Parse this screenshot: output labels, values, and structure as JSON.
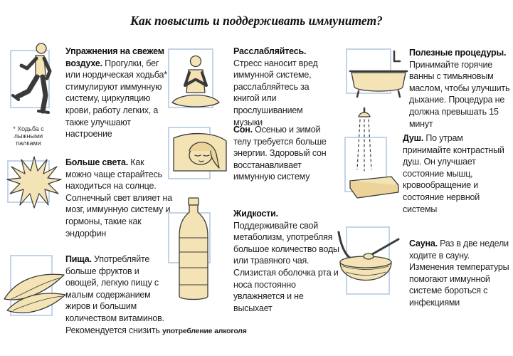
{
  "title": "Как повысить и поддерживать иммунитет?",
  "colors": {
    "frame": "#c3d4e8",
    "fill": "#f3e3b5",
    "stroke": "#3a3a3a"
  },
  "col1": [
    {
      "icon": "running-man-icon",
      "heading": "Упражнения на свежем воздухе.",
      "text": "Прогулки, бег или нордическая ходьба* стимулируют иммунную систему, циркуляцию крови, работу легких, а также улучшают настроение",
      "note": "* Ходьба с лыжными палками"
    },
    {
      "icon": "sun-icon",
      "heading": "Больше света.",
      "text": "Как можно чаще старайтесь находиться на солнце. Солнечный свет влияет на мозг, иммунную систему и гормоны, такие как эндорфин"
    },
    {
      "icon": "vegetables-icon",
      "heading": "Пища.",
      "text": "Употребляйте больше фруктов и овощей, легкую пищу с малым содержанием жиров и большим количеством витаминов.",
      "text2": "Рекомендуется снизить",
      "text3": "употребление алкоголя"
    }
  ],
  "col2": [
    {
      "icon": "meditation-icon",
      "heading": "Расслабляйтесь.",
      "text": "Стресс наносит вред иммунной системе, расслабляйтесь за книгой или прослушиванием музыки"
    },
    {
      "icon": "sleeping-woman-icon",
      "heading": "Сон.",
      "text": "Осенью и зимой телу требуется больше энергии. Здоровый сон восстанавливает иммунную систему"
    },
    {
      "icon": "water-bottle-icon",
      "heading": "Жидкости.",
      "text": "Поддерживайте свой метаболизм, употребляя большое количество воды или травяного чая. Слизистая оболочка рта и носа постоянно увлажняется и не высыхает"
    }
  ],
  "col3": [
    {
      "icon": "bathtub-icon",
      "heading": "Полезные процедуры.",
      "text": "Принимайте горячие ванны с тимьяновым маслом, чтобы улучшить дыхание. Процедура не должна превышать 15 минут"
    },
    {
      "icon": "shower-icon",
      "heading": "Душ.",
      "text": "По утрам принимайте контрастный душ. Он улучшает состояние мышц, кровообращение и состояние нервной системы"
    },
    {
      "icon": "sauna-bucket-icon",
      "heading": "Сауна.",
      "text": "Раз в две недели ходите в сауну. Изменения температуры помогают иммунной системе бороться с инфекциями"
    }
  ]
}
